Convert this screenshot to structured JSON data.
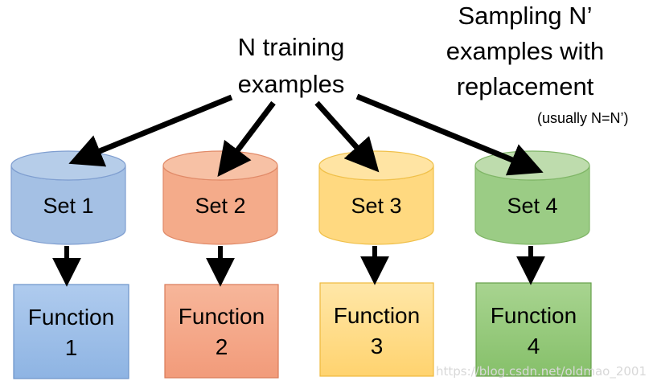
{
  "source": {
    "line1": "N training",
    "line2": "examples"
  },
  "sampling": {
    "line1": "Sampling N’",
    "line2": "examples with",
    "line3": "replacement",
    "note": "(usually N=N’)"
  },
  "sets": [
    {
      "label": "Set 1",
      "color_top": "#b6cde9",
      "color_body": "#a4c0e4",
      "color_stroke": "#7f9ed0"
    },
    {
      "label": "Set 2",
      "color_top": "#f7c1a5",
      "color_body": "#f4ab8a",
      "color_stroke": "#e08a68"
    },
    {
      "label": "Set 3",
      "color_top": "#ffe4a3",
      "color_body": "#ffd980",
      "color_stroke": "#f0c04a"
    },
    {
      "label": "Set 4",
      "color_top": "#bedcad",
      "color_body": "#9bcc85",
      "color_stroke": "#7fb566"
    }
  ],
  "functions": [
    {
      "line1": "Function",
      "line2": "1",
      "color_top": "#afcbee",
      "color_bottom": "#8eb4e3",
      "color_stroke": "#6b93c9"
    },
    {
      "line1": "Function",
      "line2": "2",
      "color_top": "#f7b69a",
      "color_bottom": "#f29b7a",
      "color_stroke": "#d97a58"
    },
    {
      "line1": "Function",
      "line2": "3",
      "color_top": "#ffe7a8",
      "color_bottom": "#ffd36f",
      "color_stroke": "#eeb93e"
    },
    {
      "line1": "Function",
      "line2": "4",
      "color_top": "#a8d490",
      "color_bottom": "#86c06a",
      "color_stroke": "#66a04b"
    }
  ],
  "watermark": "https://blog.csdn.net/oldmao_2001"
}
